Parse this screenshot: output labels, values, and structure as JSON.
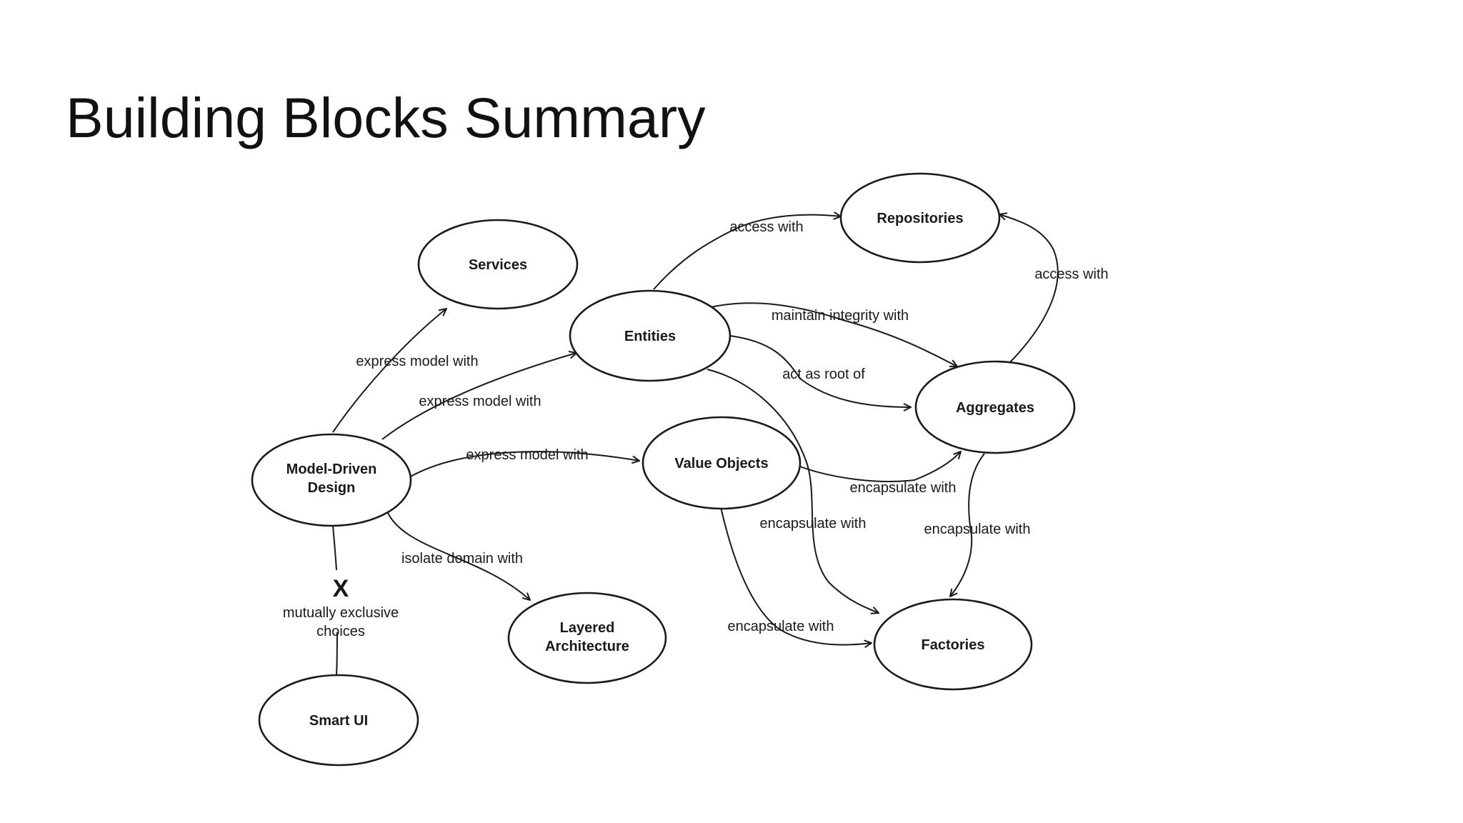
{
  "title": "Building Blocks Summary",
  "nodes": {
    "services": "Services",
    "entities": "Entities",
    "repositories": "Repositories",
    "aggregates": "Aggregates",
    "model_driven_line1": "Model-Driven",
    "model_driven_line2": "Design",
    "value_objects": "Value Objects",
    "layered_line1": "Layered",
    "layered_line2": "Architecture",
    "factories": "Factories",
    "smart_ui": "Smart UI"
  },
  "edges": {
    "mdd_services": "express model with",
    "mdd_entities": "express model with",
    "mdd_value_objects": "express model with",
    "mdd_layered": "isolate domain with",
    "entities_repositories": "access with",
    "aggregates_repositories": "access with",
    "entities_aggregates_integrity": "maintain integrity with",
    "entities_aggregates_root": "act as root of",
    "value_objects_aggregates": "encapsulate with",
    "entities_factories": "encapsulate with",
    "aggregates_factories": "encapsulate with",
    "value_objects_factories": "encapsulate with",
    "exclusive_mark": "X",
    "exclusive_line1": "mutually exclusive",
    "exclusive_line2": "choices"
  }
}
